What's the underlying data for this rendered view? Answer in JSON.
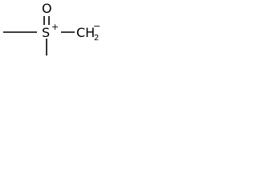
{
  "molecule": {
    "atoms": {
      "oxygen": "O",
      "sulfur": "S",
      "sulfur_charge": "+",
      "carbanion": "CH",
      "carbanion_subscript": "2",
      "carbanion_charge": "−"
    },
    "bonds": [
      {
        "from": "methyl-left",
        "to": "sulfur",
        "order": 1
      },
      {
        "from": "methyl-bottom",
        "to": "sulfur",
        "order": 1
      },
      {
        "from": "sulfur",
        "to": "oxygen",
        "order": 2
      },
      {
        "from": "sulfur",
        "to": "carbanion",
        "order": 1
      }
    ]
  }
}
